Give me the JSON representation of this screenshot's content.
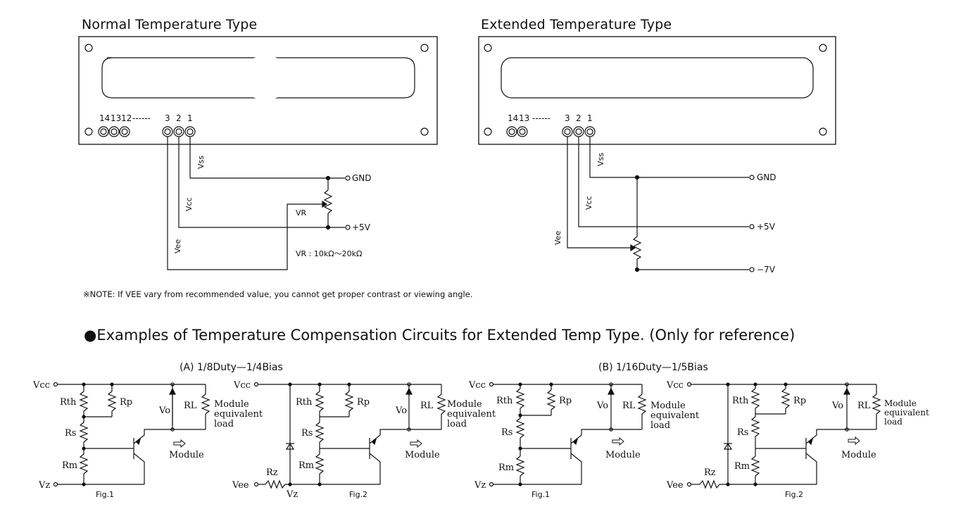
{
  "titles": {
    "normal": "Normal Temperature Type",
    "extended": "Extended Temperature Type"
  },
  "normal": {
    "pins_left": [
      "14",
      "13",
      "12"
    ],
    "pins_right": [
      "3",
      "2",
      "1"
    ],
    "dots": "------",
    "labels": {
      "vss": "Vss",
      "vcc": "Vcc",
      "vee": "Vee",
      "vr": "VR",
      "gnd": "GND",
      "plus5": "+5V"
    },
    "vr_spec": "VR : 10kΩ～20kΩ"
  },
  "extended": {
    "pins_left": [
      "14",
      "13"
    ],
    "pins_right": [
      "3",
      "2",
      "1"
    ],
    "dots": "------",
    "labels": {
      "vss": "Vss",
      "vcc": "Vcc",
      "vee": "Vee",
      "gnd": "GND",
      "plus5": "+5V",
      "minus7": "−7V"
    }
  },
  "note": "※NOTE: If VEE vary from recommended value, you cannot get proper contrast or viewing angle.",
  "section_title": "●Examples of Temperature Compensation Circuits for Extended Temp Type. (Only for reference)",
  "circuits": {
    "group_a": "(A)  1/8Duty—1/4Bias",
    "group_b": "(B)  1/16Duty—1/5Bias",
    "labels": {
      "vcc": "Vcc",
      "vz": "Vz",
      "vee": "Vee",
      "rth": "Rth",
      "rp": "Rp",
      "rs": "Rs",
      "rm": "Rm",
      "rz": "Rz",
      "vo": "Vo",
      "rl": "RL",
      "module_load": [
        "Module",
        "equivalent",
        "load"
      ],
      "module": "Module"
    },
    "figs": [
      "Fig.1",
      "Fig.2",
      "Fig.1",
      "Fig.2"
    ]
  }
}
